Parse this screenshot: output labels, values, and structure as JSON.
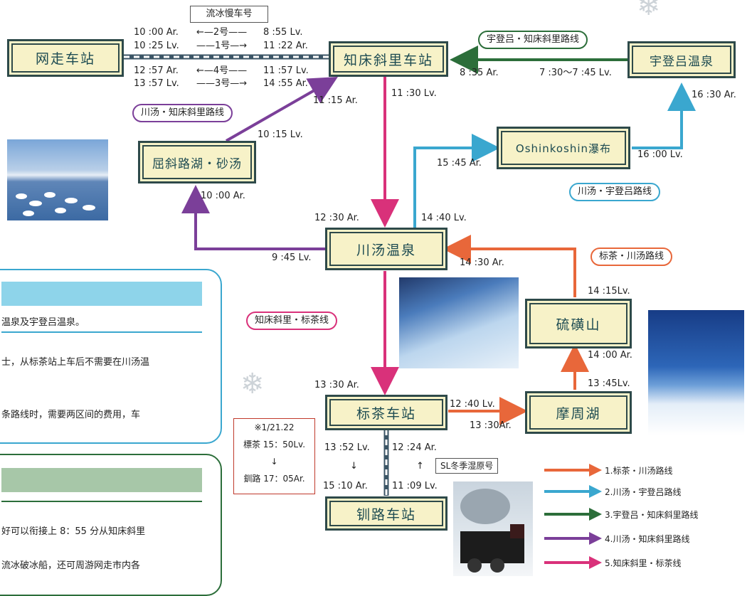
{
  "stations": {
    "abashiri": "网走车站",
    "shiretoko": "知床斜里车站",
    "utoro": "宇登吕温泉",
    "kussharo": "屈斜路湖・砂汤",
    "oshinkoshin": "Oshinkoshin瀑布",
    "kawayu": "川汤温泉",
    "iozan": "硫磺山",
    "shibecha": "标茶车站",
    "mashu": "摩周湖",
    "kushiro": "钏路车站"
  },
  "ryuhyo_train": {
    "label": "流冰慢车号",
    "rows": [
      {
        "left": "10 :00 Ar.",
        "mid": "←—2号——",
        "right": "8 :55 Lv."
      },
      {
        "left": "10 :25 Lv.",
        "mid": "——1号—→",
        "right": "11 :22 Ar."
      },
      {
        "left": "12 :57 Ar.",
        "mid": "←—4号——",
        "right": "11 :57 Lv."
      },
      {
        "left": "13 :57 Lv.",
        "mid": "——3号—→",
        "right": "14 :55 Ar."
      }
    ]
  },
  "route_labels": {
    "utoro_shiretoko": "宇登吕・知床斜里路线",
    "kawayu_shiretoko": "川汤・知床斜里路线",
    "kawayu_utoro": "川汤・宇登吕路线",
    "shibecha_kawayu": "标茶・川汤路线",
    "shiretoko_shibecha": "知床斜里・标茶线"
  },
  "times": {
    "t_835": "8 :35 Ar.",
    "t_730": "7 :30～7 :45 Lv.",
    "t_1630": "16 :30 Ar.",
    "t_1130": "11 :30 Lv.",
    "t_1115": "11 :15 Ar.",
    "t_1015": "10 :15 Lv.",
    "t_1000": "10 :00 Ar.",
    "t_1545": "15 :45 Ar.",
    "t_1600": "16 :00 Lv.",
    "t_1230": "12 :30 Ar.",
    "t_1440": "14 :40 Lv.",
    "t_945": "9 :45 Lv.",
    "t_1430": "14 :30 Ar.",
    "t_1415": "14 :15Lv.",
    "t_1400": "14 :00 Ar.",
    "t_1345": "13 :45Lv.",
    "t_1330a": "13 :30 Ar.",
    "t_1240": "12 :40 Lv.",
    "t_1330b": "13 :30Ar.",
    "t_1352": "13 :52 Lv.",
    "t_1510": "15 :10 Ar.",
    "t_1224": "12 :24 Ar.",
    "t_1109": "11 :09 Lv.",
    "down_arrow": "↓",
    "up_arrow": "↑"
  },
  "sl_train": "SL冬季湿原号",
  "note": {
    "line1": "※1/21.22",
    "line2": "標茶 15：50Lv.",
    "line3": "↓",
    "line4": "釧路 17：05Ar."
  },
  "panel1": {
    "line1": "温泉及宇登吕温泉。",
    "line2": "士，从标茶站上车后不需要在川汤温",
    "line3": "条路线时，需要两区间的费用，车"
  },
  "panel2": {
    "line1": "好可以衔接上 8：55 分从知床斜里",
    "line2": "流冰破冰船，还可周游网走市内各"
  },
  "legend": [
    {
      "label": "1.标茶・川汤路线",
      "color": "#e8673a"
    },
    {
      "label": "2.川汤・宇登吕路线",
      "color": "#3aa7cf"
    },
    {
      "label": "3.宇登吕・知床斜里路线",
      "color": "#2c6e3a"
    },
    {
      "label": "4.川汤・知床斜里路线",
      "color": "#7b3f99"
    },
    {
      "label": "5.知床斜里・标茶线",
      "color": "#d9317a"
    }
  ],
  "colors": {
    "orange": "#e8673a",
    "blue": "#3aa7cf",
    "green": "#2c6e3a",
    "purple": "#7b3f99",
    "pink": "#d9317a",
    "rail": "#3b5566"
  },
  "icons": [
    "snowflake-icon",
    "swan-lake-photo",
    "ice-field-photo",
    "lake-mashu-photo",
    "steam-locomotive-photo"
  ]
}
